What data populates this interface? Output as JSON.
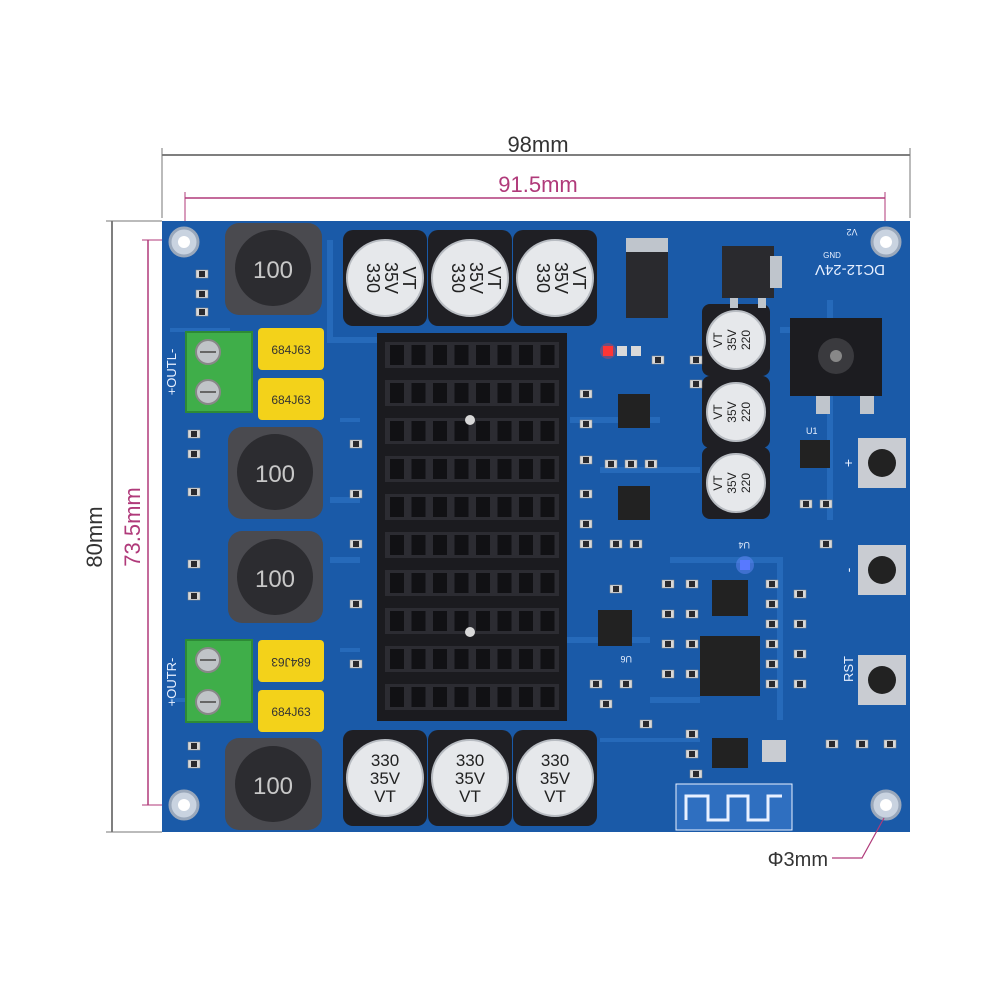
{
  "dimensions": {
    "overall_width": "98mm",
    "hole_spacing_width": "91.5mm",
    "overall_height": "80mm",
    "hole_spacing_height": "73.5mm",
    "hole_diameter": "Φ3mm"
  },
  "colors": {
    "board": "#1a5aa8",
    "board_dark": "#123f80",
    "trace": "#3a7fd0",
    "silk": "#e8f0ff",
    "heatsink": "#1b1b1f",
    "terminal": "#3fae49",
    "film_cap": "#f3d21a",
    "inductor": "#3a3a3e",
    "capacitor": "#e9ecef",
    "dim_black": "#555555",
    "dim_pink": "#b03a7a"
  },
  "board": {
    "inductor_label": "100",
    "big_cap_lines": [
      "330",
      "35V",
      "VT"
    ],
    "small_cap_lines": [
      "220",
      "35V",
      "VT"
    ],
    "film_cap_label": "684J63",
    "output_left_label": "+OUTL-",
    "output_right_label": "+OUTR-",
    "power_label": "DC12-24V",
    "v2_label": "V2",
    "gnd_label": "GND",
    "rst_label": "RST",
    "plus_label": "+",
    "minus_label": "-",
    "u1_label": "U1",
    "u4_label": "U4",
    "u6_label": "U6"
  }
}
